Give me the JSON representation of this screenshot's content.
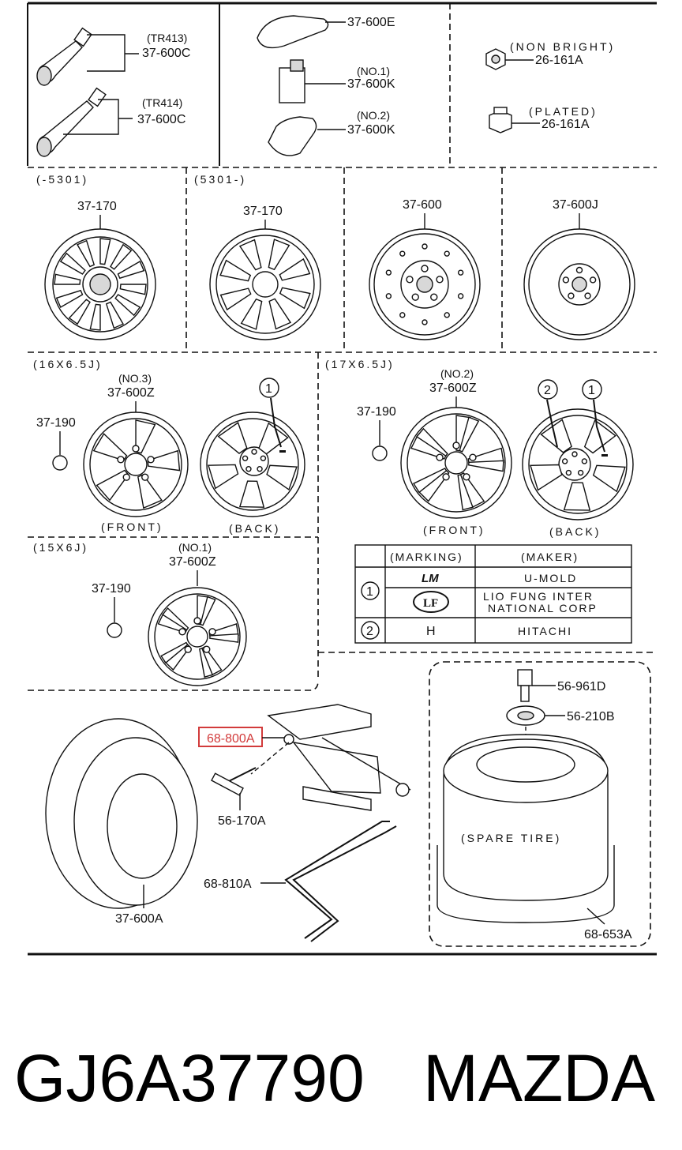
{
  "diagram": {
    "valves": {
      "tr413": {
        "sub": "(TR413)",
        "code": "37-600C"
      },
      "tr414": {
        "sub": "(TR414)",
        "code": "37-600C"
      }
    },
    "weights": {
      "e": {
        "code": "37-600E"
      },
      "k1": {
        "sub": "(NO.1)",
        "code": "37-600K"
      },
      "k2": {
        "sub": "(NO.2)",
        "code": "37-600K"
      }
    },
    "nuts": {
      "non_bright": {
        "sub": "(NON BRIGHT)",
        "code": "26-161A"
      },
      "plated": {
        "sub": "(PLATED)",
        "code": "26-161A"
      }
    },
    "wheel_caps": {
      "cap1": {
        "range": "(-5301)",
        "code": "37-170"
      },
      "cap2": {
        "range": "(5301-)",
        "code": "37-170"
      },
      "steel1": {
        "code": "37-600"
      },
      "steel2": {
        "code": "37-600J"
      }
    },
    "alloy_16": {
      "size": "(16X6.5J)",
      "cap": "37-190",
      "no": "(NO.3)",
      "code": "37-600Z",
      "front": "(FRONT)",
      "back": "(BACK)",
      "marker": "1"
    },
    "alloy_17": {
      "size": "(17X6.5J)",
      "cap": "37-190",
      "no": "(NO.2)",
      "code": "37-600Z",
      "front": "(FRONT)",
      "back": "(BACK)",
      "marker1": "1",
      "marker2": "2"
    },
    "alloy_15": {
      "size": "(15X6J)",
      "cap": "37-190",
      "no": "(NO.1)",
      "code": "37-600Z"
    },
    "marking_table": {
      "headers": [
        "(MARKING)",
        "(MAKER)"
      ],
      "rows": [
        {
          "num": "1",
          "mark": "LM",
          "maker": "U-MOLD"
        },
        {
          "num": "",
          "mark": "LF",
          "maker_line1": "LIO FUNG INTER",
          "maker_line2": "NATIONAL CORP"
        },
        {
          "num": "2",
          "mark": "H",
          "maker": "HITACHI"
        }
      ]
    },
    "tools": {
      "highlight": "68-800A",
      "jack_handle": "56-170A",
      "wrench": "68-810A",
      "tire": "37-600A",
      "bolt": "56-961D",
      "washer": "56-210B",
      "spare_label": "(SPARE TIRE)",
      "cover": "68-653A"
    }
  },
  "footer": {
    "part_number": "GJ6A37790",
    "brand": "MAZDA"
  },
  "colors": {
    "highlight_box": "#d23b3b",
    "ink": "#111111"
  }
}
